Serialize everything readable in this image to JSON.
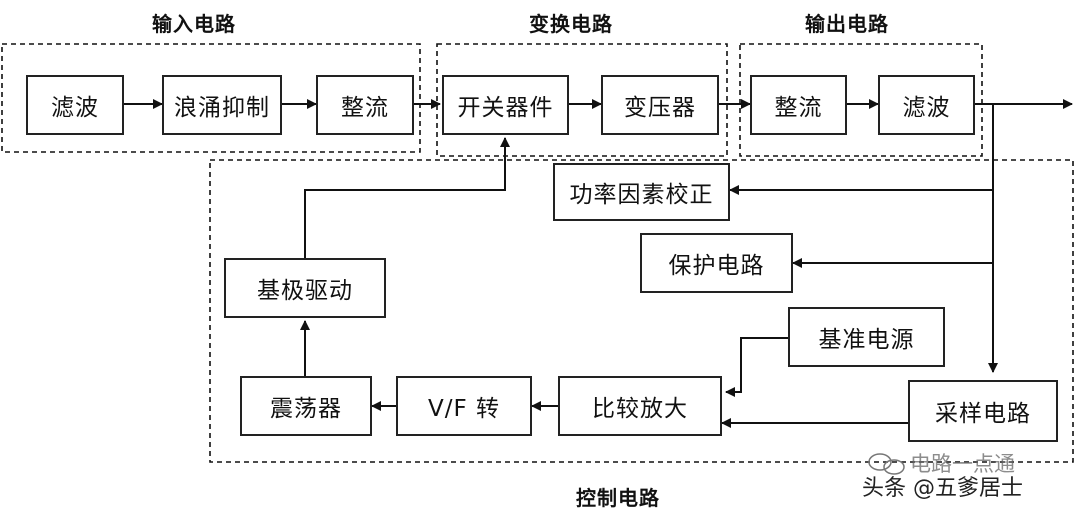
{
  "groups": {
    "input": "输入电路",
    "transform": "变换电路",
    "output": "输出电路",
    "control": "控制电路"
  },
  "blocks": {
    "filter_in": "滤波",
    "surge_suppress": "浪涌抑制",
    "rectify_in": "整流",
    "switch_device": "开关器件",
    "transformer": "变压器",
    "rectify_out": "整流",
    "filter_out": "滤波",
    "pfc": "功率因素校正",
    "protection": "保护电路",
    "base_drive": "基极驱动",
    "reference": "基准电源",
    "oscillator": "震荡器",
    "vf_convert": "V/F 转",
    "comparator_amp": "比较放大",
    "sampling": "采样电路"
  },
  "watermark": {
    "channel": "电路一点通",
    "author": "头条 @五爹居士"
  }
}
